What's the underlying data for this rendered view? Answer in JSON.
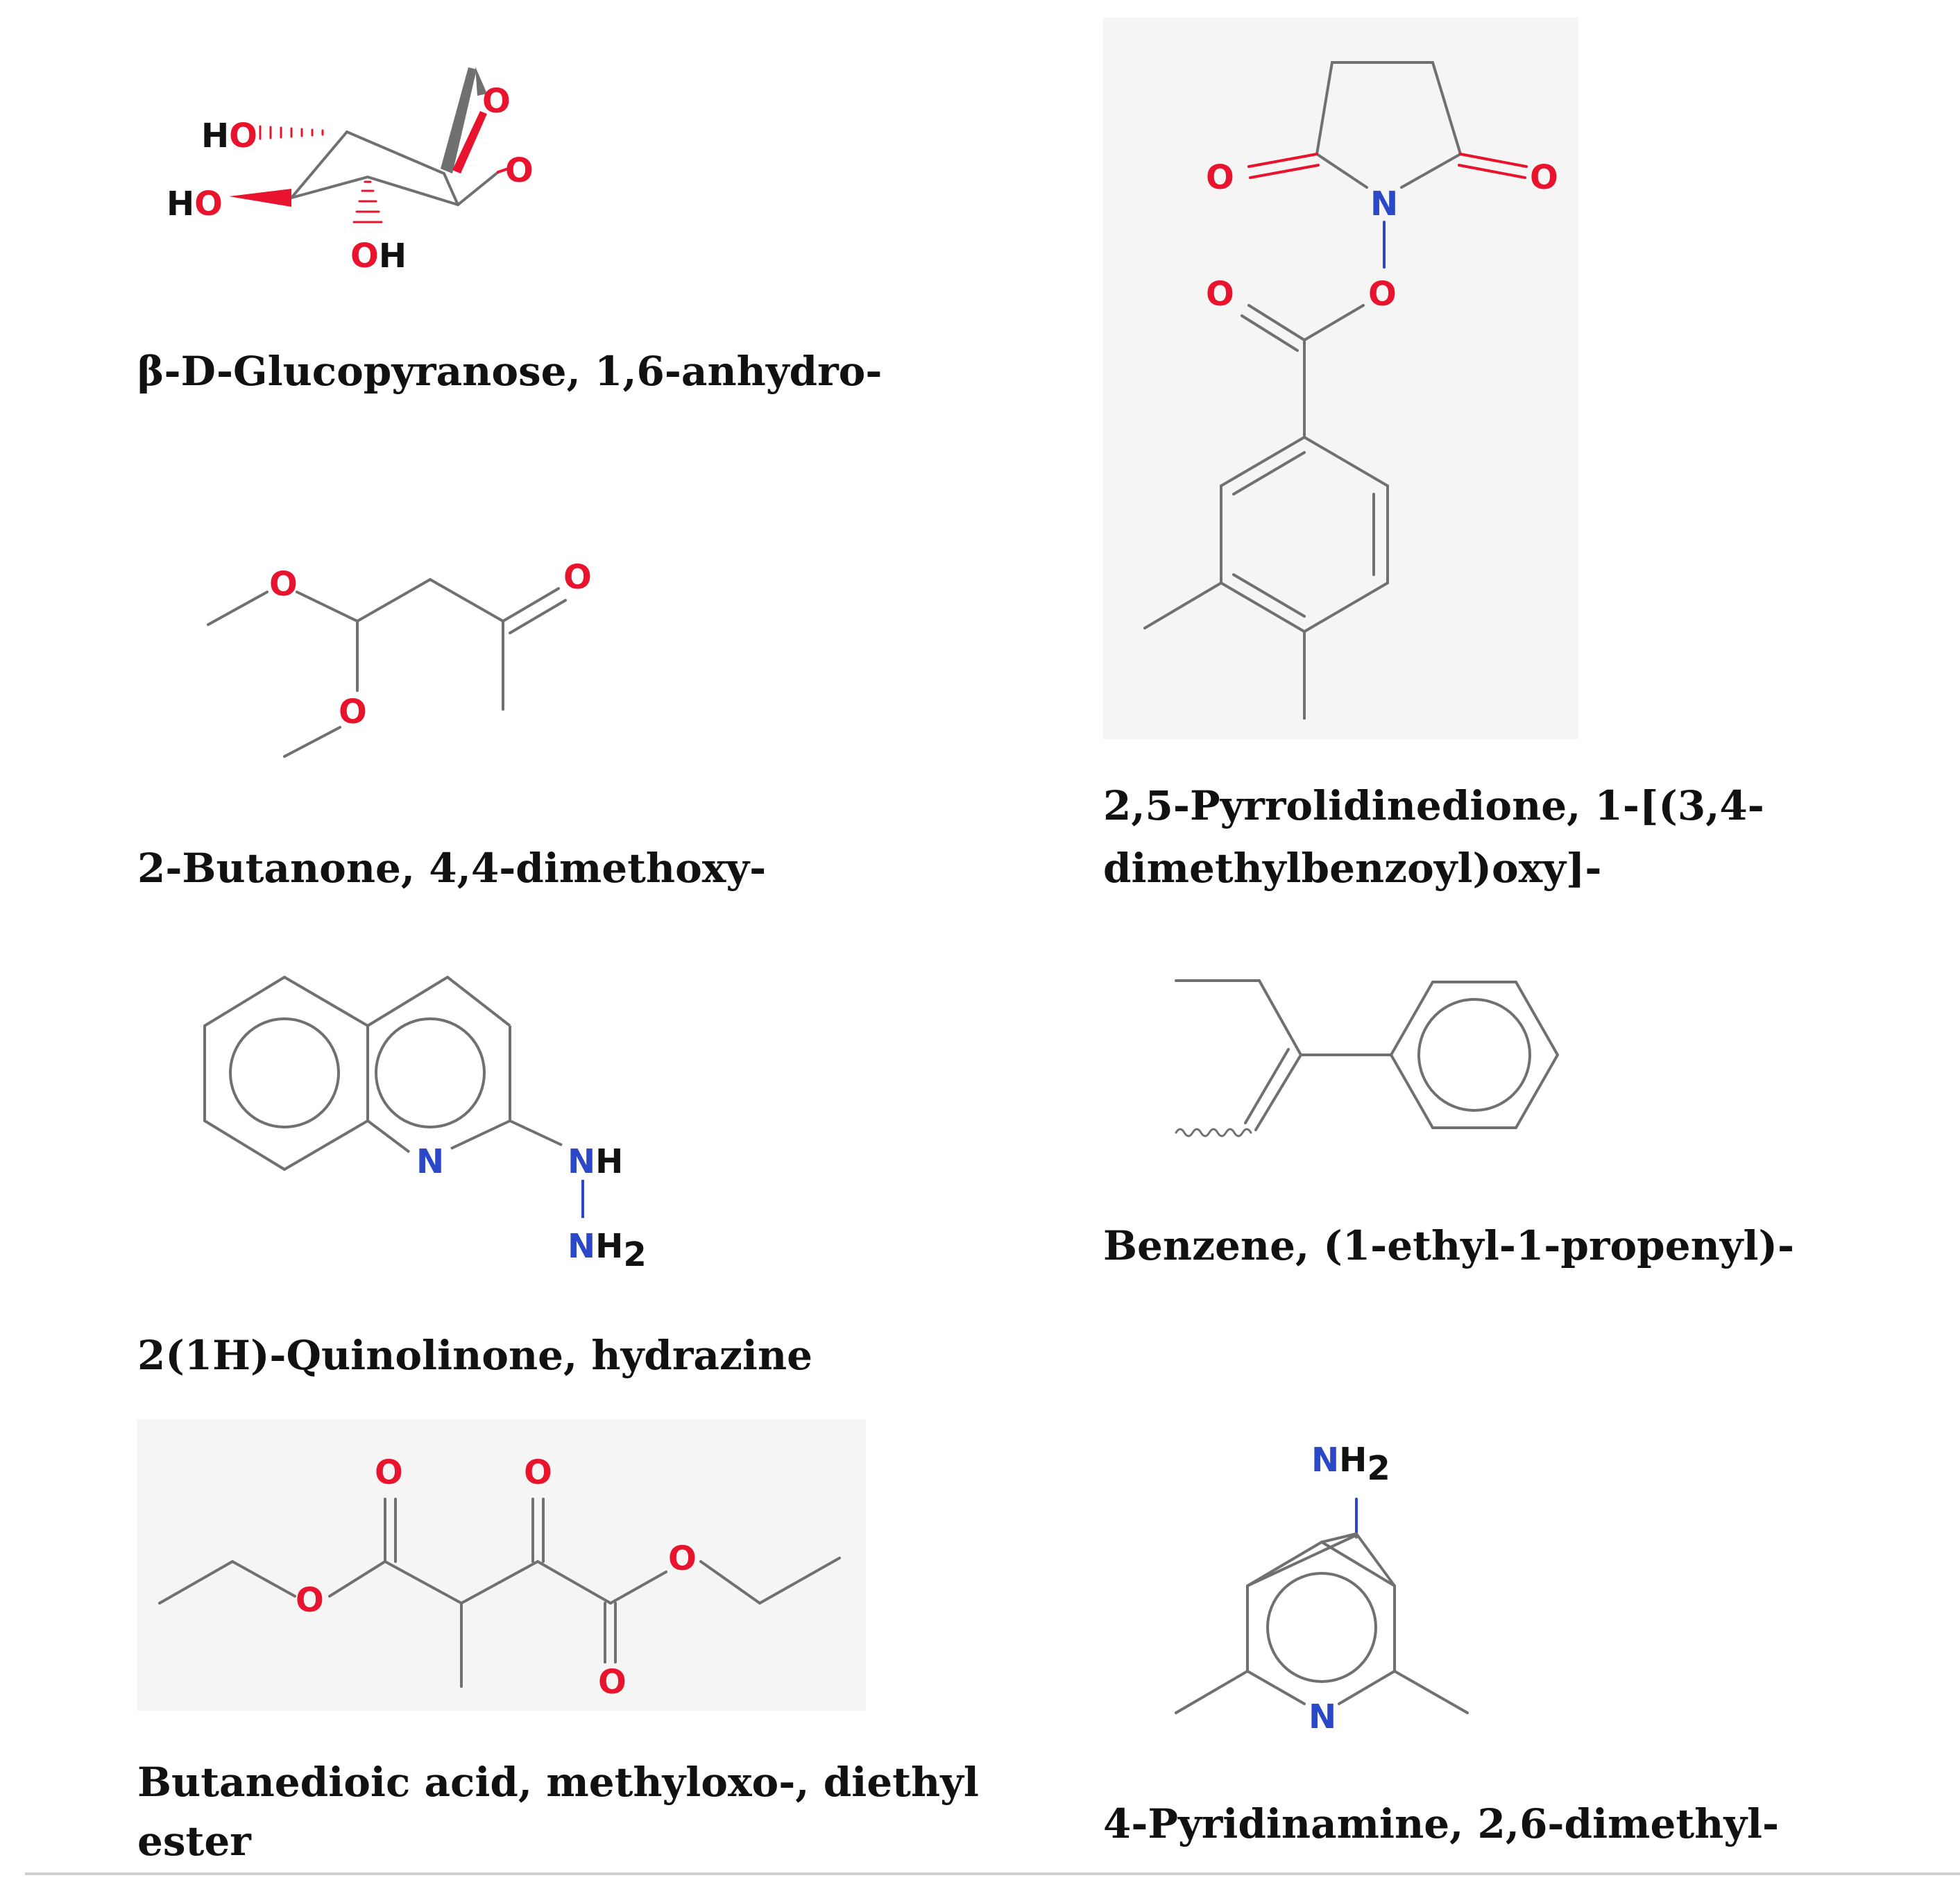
{
  "compounds": [
    {
      "id": "glucopyranose",
      "name": "β-D-Glucopyranose, 1,6-anhydro-"
    },
    {
      "id": "butanone",
      "name": "2-Butanone, 4,4-dimethoxy-"
    },
    {
      "id": "quinolinone",
      "name": "2(1H)-Quinolinone, hydrazine"
    },
    {
      "id": "butanedioic",
      "name_line1": "Butanedioic acid, methyloxo-, diethyl",
      "name_line2": "ester"
    },
    {
      "id": "pyrrolidinedione",
      "name_line1": "2,5-Pyrrolidinedione, 1-[(3,4-",
      "name_line2": "dimethylbenzoyl)oxy]-"
    },
    {
      "id": "benzene",
      "name": "Benzene, (1-ethyl-1-propenyl)-"
    },
    {
      "id": "pyridinamine",
      "name": "4-Pyridinamine, 2,6-dimethyl-"
    }
  ],
  "atom_labels": {
    "ho": "HO",
    "oh": "OH",
    "o": "O",
    "n": "N",
    "nh": "NH",
    "nh2_n": "NH",
    "sub2": "2"
  },
  "colors": {
    "bond": "#707070",
    "oxygen": "#e8142e",
    "nitrogen": "#2a48c8",
    "hydrogen": "#111111",
    "caption": "#111111",
    "panel_bg": "#f5f5f5"
  }
}
